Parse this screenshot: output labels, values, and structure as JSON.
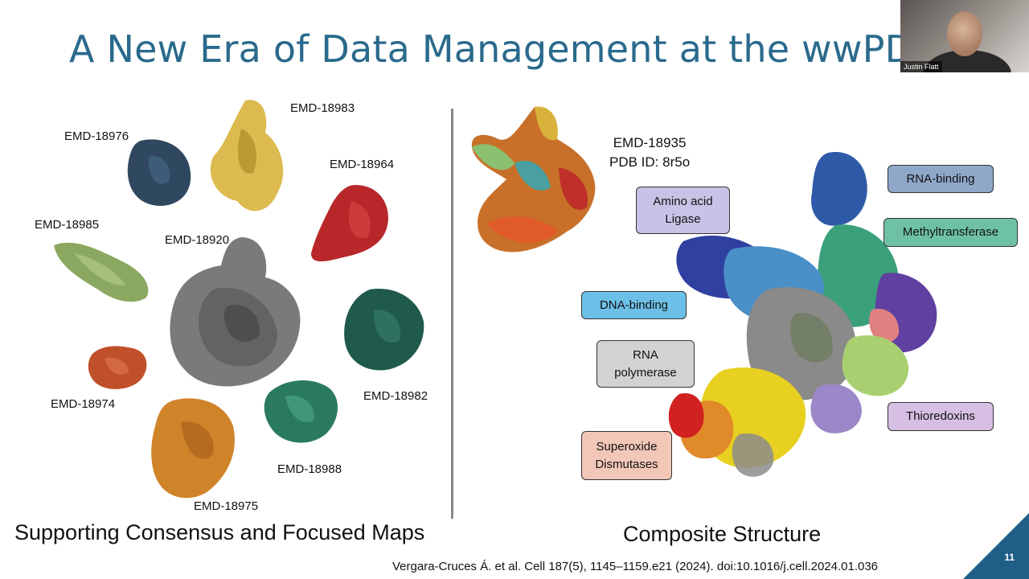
{
  "slide": {
    "title": "A New Era of Data Management at the wwPDB",
    "page_number": "11",
    "presenter_name": "Justin Flatt",
    "left_caption": "Supporting Consensus and Focused Maps",
    "right_caption": "Composite Structure",
    "citation": "Vergara-Cruces Á. et al. Cell 187(5), 1145–1159.e21 (2024). doi:10.1016/j.cell.2024.01.036"
  },
  "maps": [
    {
      "id": "EMD-18983",
      "color": "#d9b23c"
    },
    {
      "id": "EMD-18976",
      "color": "#2f4860"
    },
    {
      "id": "EMD-18964",
      "color": "#b8282a"
    },
    {
      "id": "EMD-18985",
      "color": "#8aa860"
    },
    {
      "id": "EMD-18920",
      "color": "#7a7a7a"
    },
    {
      "id": "EMD-18974",
      "color": "#c0502a"
    },
    {
      "id": "EMD-18982",
      "color": "#1f5a4c"
    },
    {
      "id": "EMD-18988",
      "color": "#2a7a62"
    },
    {
      "id": "EMD-18975",
      "color": "#d0842a"
    }
  ],
  "composite": {
    "map_id": "EMD-18935",
    "pdb_id": "PDB ID: 8r5o",
    "domains": [
      {
        "label": "RNA-binding",
        "color": "#8fa7c9"
      },
      {
        "label": "Methyltransferase",
        "color": "#6fc1a6"
      },
      {
        "label": "Amino acid Ligase",
        "color": "#c9c2e6"
      },
      {
        "label": "DNA-binding",
        "color": "#6cc0e8"
      },
      {
        "label": "RNA polymerase",
        "color": "#d2d2d2"
      },
      {
        "label": "Thioredoxins",
        "color": "#d7bfe3"
      },
      {
        "label": "Superoxide Dismutases",
        "color": "#f2c7b8"
      }
    ]
  }
}
